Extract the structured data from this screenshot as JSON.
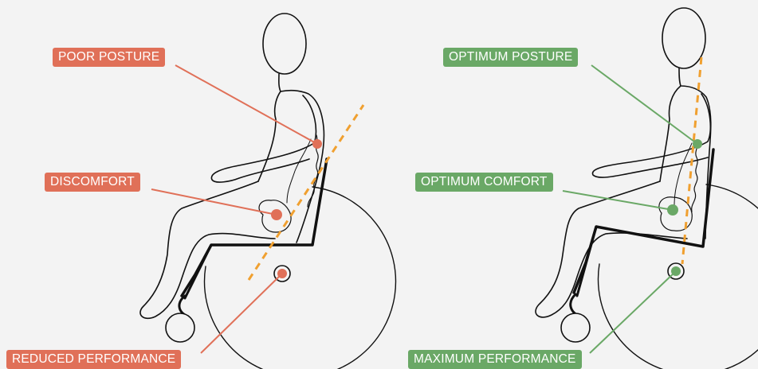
{
  "colors": {
    "bad": "#e07058",
    "good": "#6aa866",
    "guide_line": "#f0a030",
    "outline": "#111111",
    "background": "#f3f3f3"
  },
  "left_panel": {
    "labels": {
      "poor_posture": "POOR POSTURE",
      "discomfort": "DISCOMFORT",
      "reduced_performance": "REDUCED PERFORMANCE"
    }
  },
  "right_panel": {
    "labels": {
      "optimum_posture": "OPTIMUM POSTURE",
      "optimum_comfort": "OPTIMUM COMFORT",
      "maximum_performance": "MAXIMUM PERFORMANCE"
    }
  }
}
